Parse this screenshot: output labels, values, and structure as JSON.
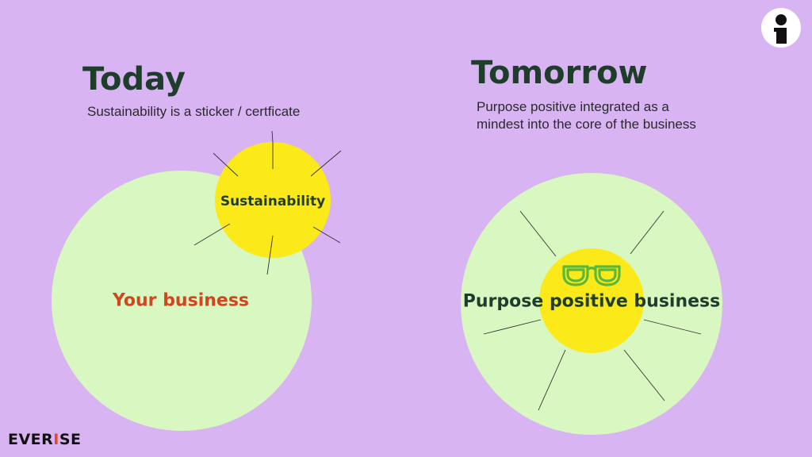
{
  "today": {
    "heading": "Today",
    "caption": "Sustainability is a sticker / certficate",
    "outer_label": "Your business",
    "inner_label": "Sustainability"
  },
  "tomorrow": {
    "heading": "Tomorrow",
    "caption_line1": "Purpose positive integrated as a",
    "caption_line2": "mindest into the core of the business",
    "center_label": "Purpose positive business",
    "center_icon": "glasses-icon"
  },
  "brand": {
    "logo_prefix": "EVER",
    "logo_accent": "i",
    "logo_suffix": "SE",
    "corner_icon": "info-icon"
  },
  "colors": {
    "background": "#d8b4f2",
    "green_circle": "#d9f7c0",
    "yellow_circle": "#fbe91a",
    "heading": "#1f3d2b",
    "your_business": "#d2461f",
    "glasses": "#5bb83a",
    "logo_accent": "#e8452c"
  }
}
